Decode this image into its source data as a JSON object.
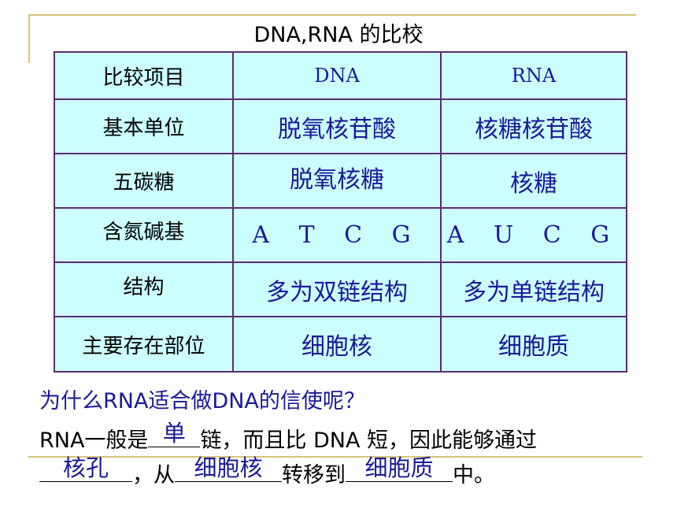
{
  "title": "DNA,RNA 的比校",
  "table": {
    "header": {
      "label": "比较项目",
      "dna": "DNA",
      "rna": "RNA"
    },
    "rows": [
      {
        "label": "基本单位",
        "dna": "脱氧核苷酸",
        "rna": "核糖核苷酸"
      },
      {
        "label": "五碳糖",
        "dna": "脱氧核糖",
        "rna": "核糖"
      },
      {
        "label": "含氮碱基",
        "dna": "A T C G",
        "rna": "A U C G"
      },
      {
        "label": "结构",
        "dna": "多为双链结构",
        "rna": "多为单链结构"
      },
      {
        "label": "主要存在部位",
        "dna": "细胞核",
        "rna": "细胞质"
      }
    ]
  },
  "question": "为什么RNA适合做DNA的信使呢？",
  "sentence": {
    "part1": "RNA一般是",
    "blank1": "单",
    "part2": "链，而且比 DNA 短，因此能够通过",
    "blank2": "核孔",
    "part3": "，从",
    "blank3": "细胞核",
    "part4": "转移到",
    "blank4": "细胞质",
    "part5": "中。"
  },
  "colors": {
    "cell_bg": "#ccffff",
    "border": "#5a2d6e",
    "answer": "#1a1a99"
  }
}
